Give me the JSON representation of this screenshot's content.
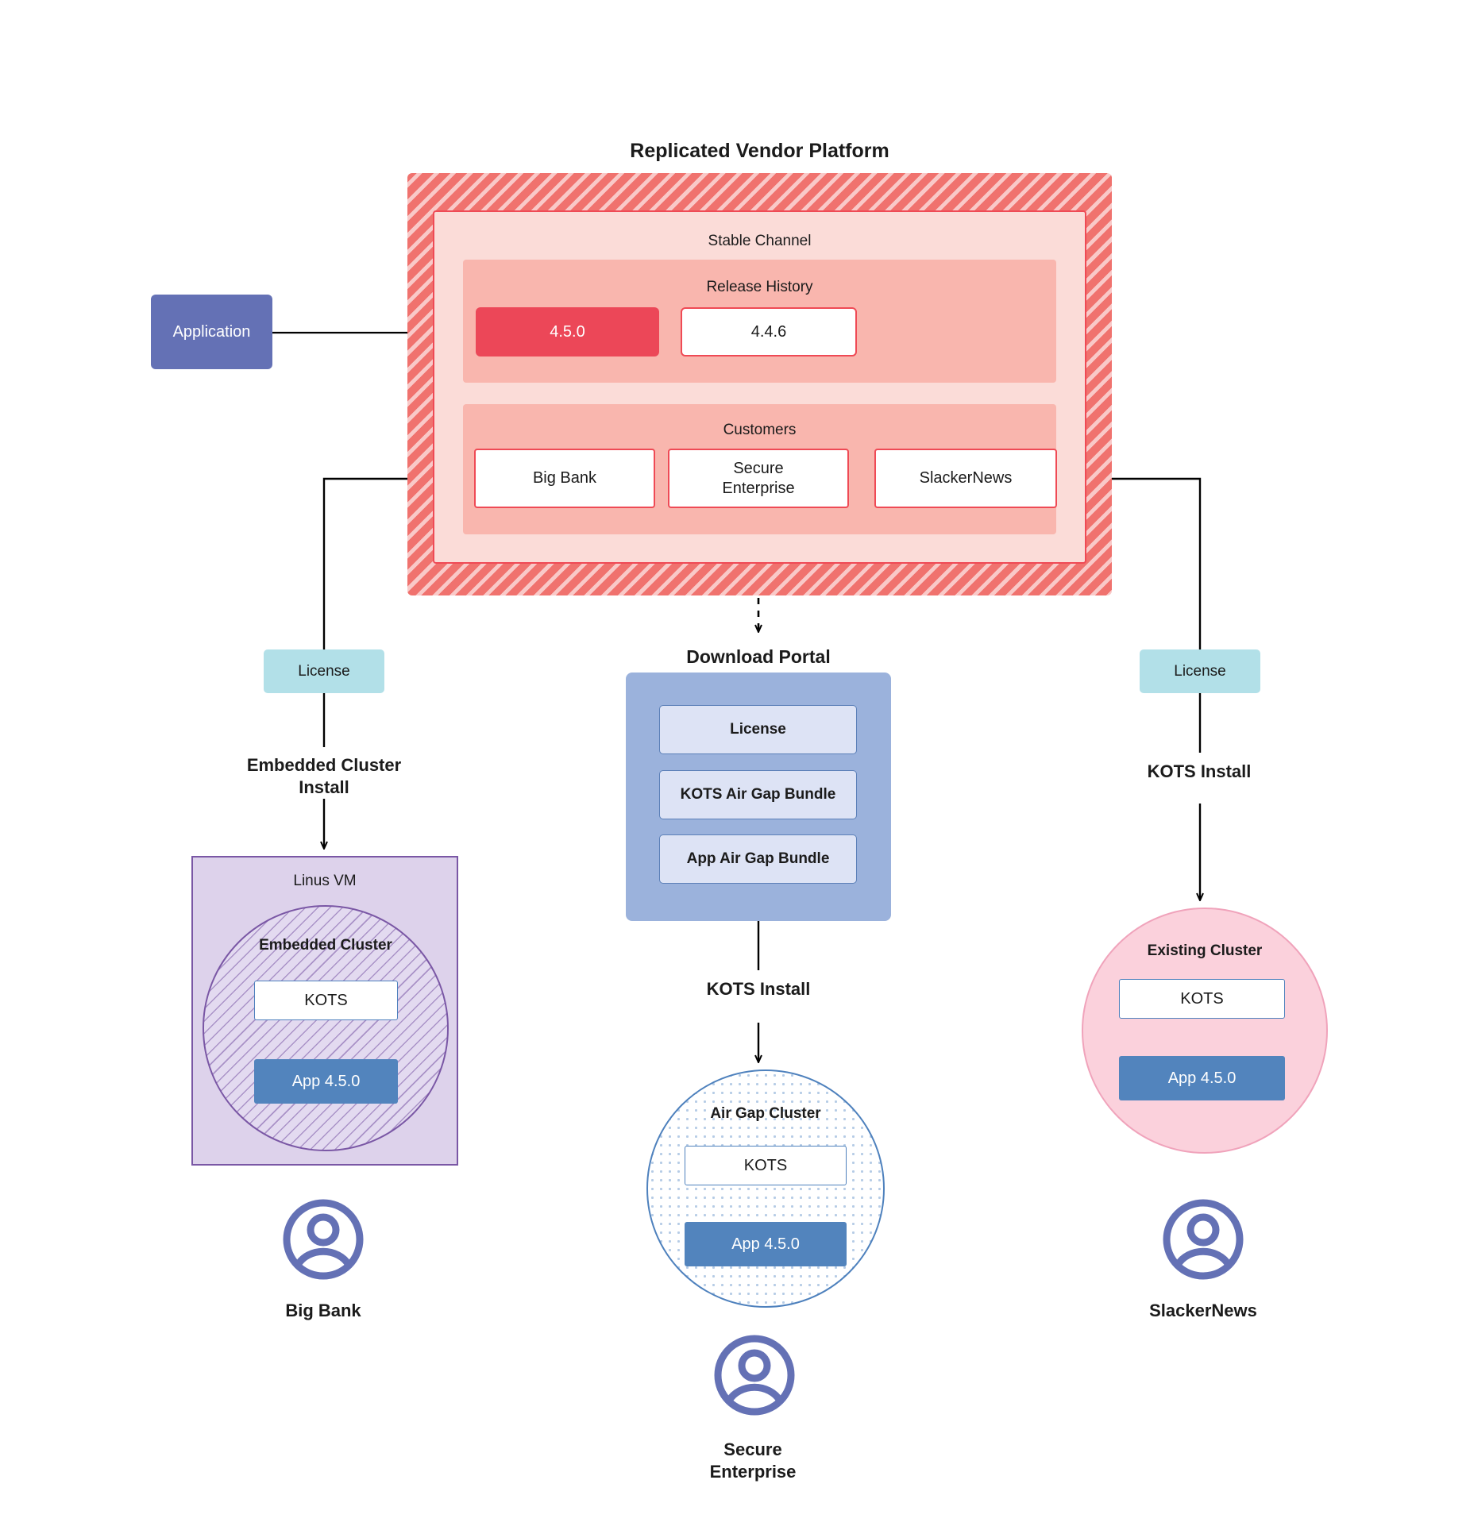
{
  "diagram": {
    "title": "Replicated Vendor Platform",
    "vendor_platform": {
      "stable_channel": {
        "title": "Stable Channel",
        "release_history": {
          "title": "Release History",
          "releases": [
            {
              "version": "4.5.0",
              "state": "current"
            },
            {
              "version": "4.4.6",
              "state": "previous"
            }
          ]
        },
        "customers": {
          "title": "Customers",
          "items": [
            {
              "name": "Big Bank"
            },
            {
              "name": "Secure\nEnterprise"
            },
            {
              "name": "SlackerNews"
            }
          ]
        }
      }
    },
    "application": {
      "label": "Application"
    },
    "licenses": {
      "left_label": "License",
      "right_label": "License"
    },
    "flows": {
      "embedded_cluster_install": "Embedded Cluster\nInstall",
      "kots_install_right": "KOTS Install",
      "kots_install_middle": "KOTS Install"
    },
    "download_portal": {
      "title": "Download  Portal",
      "items": [
        {
          "label": "License"
        },
        {
          "label": "KOTS Air Gap Bundle"
        },
        {
          "label": "App Air Gap Bundle"
        }
      ]
    },
    "linus_vm": {
      "title": "Linus VM",
      "embedded_cluster": {
        "title": "Embedded Cluster",
        "kots": "KOTS",
        "app": "App 4.5.0"
      }
    },
    "air_gap_cluster": {
      "title": "Air Gap Cluster",
      "kots": "KOTS",
      "app": "App 4.5.0"
    },
    "existing_cluster": {
      "title": "Existing Cluster",
      "kots": "KOTS",
      "app": "App 4.5.0"
    },
    "end_users": [
      {
        "name": "Big Bank"
      },
      {
        "name": "Secure\nEnterprise"
      },
      {
        "name": "SlackerNews"
      }
    ],
    "colors": {
      "platform_hatch": "#f0726e",
      "stable_channel_bg": "#fbdcd8",
      "release_band_bg": "#f9b6ae",
      "release_current": "#ec4758",
      "red_border": "#ef4a55",
      "application": "#6471b5",
      "license_chip": "#b2e0e8",
      "download_portal": "#9bb2dc",
      "portal_item": "#dde3f5",
      "linus_vm": "#ddd2eb",
      "purple_border": "#7a57a5",
      "airgap_border": "#4e81bd",
      "existing_cluster": "#fbd1dc",
      "app_box": "#5284bd",
      "avatar": "#6471b5"
    }
  }
}
